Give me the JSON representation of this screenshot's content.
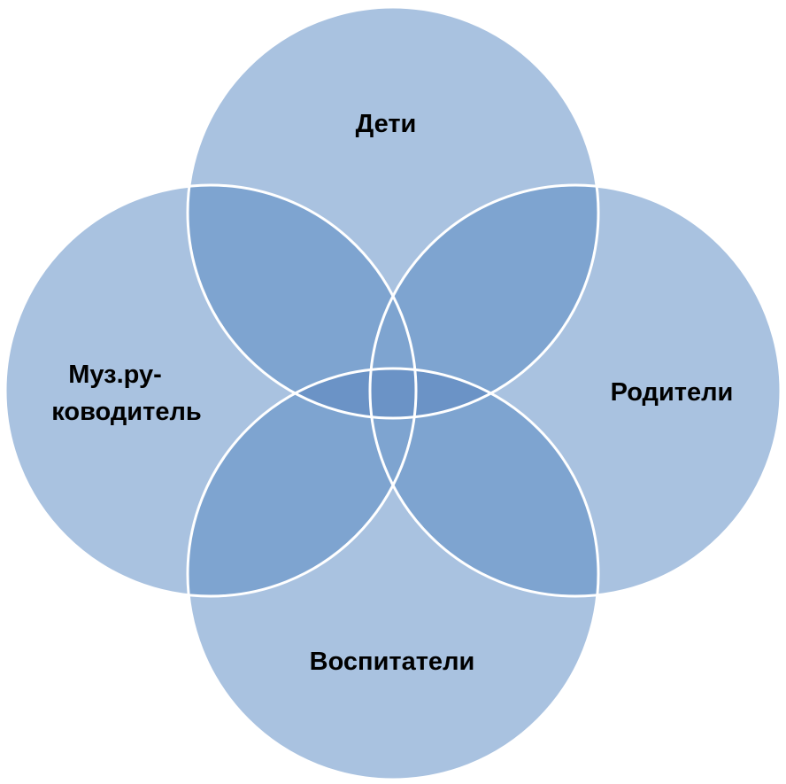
{
  "diagram": {
    "fill_color": "#a9c2e0",
    "overlap_color": "#7ea4d0",
    "center_color": "#6b93c6",
    "outline_color": "#ffffff",
    "circles": [
      {
        "id": "top",
        "label_lines": [
          "Дети"
        ]
      },
      {
        "id": "right",
        "label_lines": [
          "Родители"
        ]
      },
      {
        "id": "bottom",
        "label_lines": [
          "Воспитатели"
        ]
      },
      {
        "id": "left",
        "label_lines": [
          "Муз.ру-",
          "ководитель"
        ]
      }
    ]
  }
}
